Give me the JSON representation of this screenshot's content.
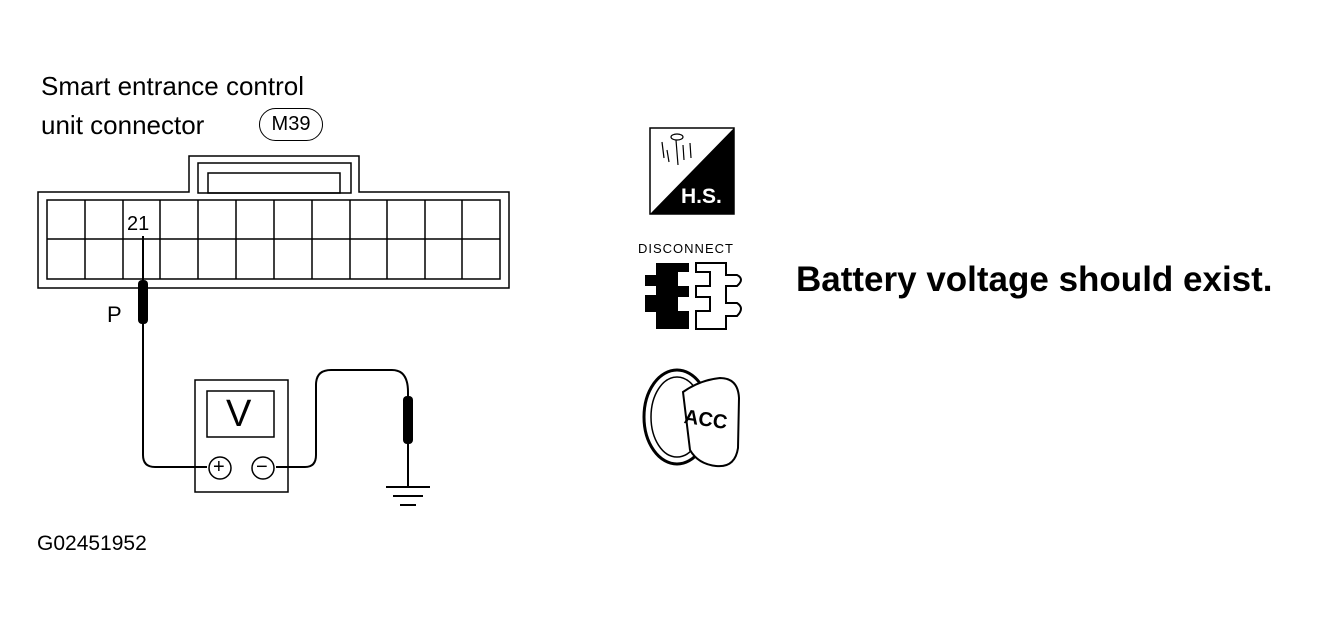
{
  "connector": {
    "title_line1": "Smart entrance control",
    "title_line2": "unit connector",
    "id": "M39",
    "pin": "21"
  },
  "probe": {
    "label": "P"
  },
  "meter": {
    "symbol": "V",
    "positive": "+",
    "negative": "−"
  },
  "icons": {
    "hs_label": "H.S.",
    "disconnect_label": "DISCONNECT",
    "acc_label": "ACC"
  },
  "result_text": "Battery voltage should exist.",
  "figure_code": "G02451952"
}
